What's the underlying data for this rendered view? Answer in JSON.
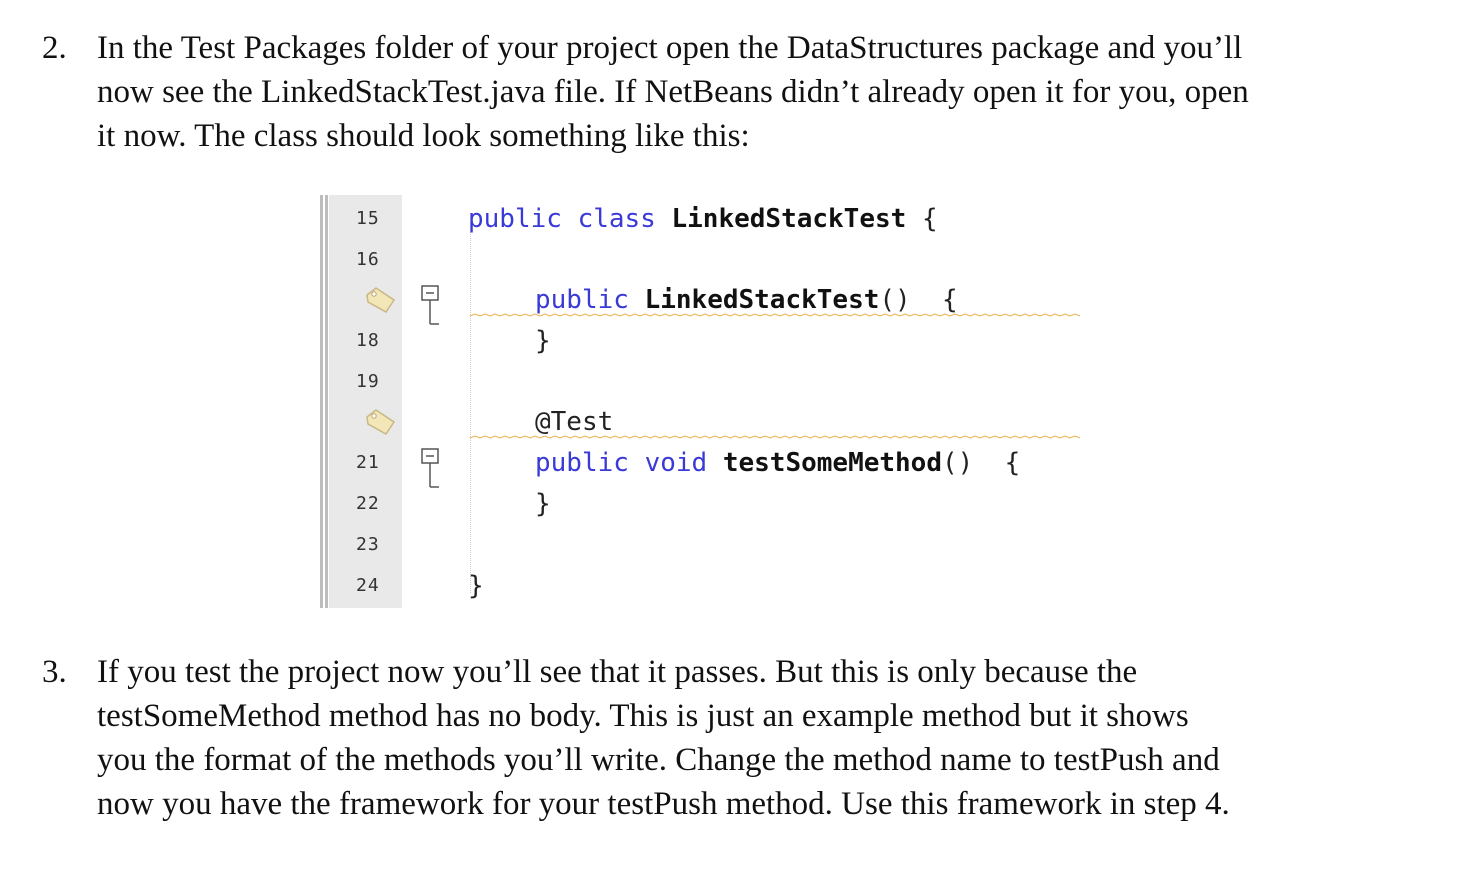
{
  "step2": {
    "number": "2.",
    "lines": [
      "In the Test Packages folder of your project open the DataStructures package and you’ll",
      "now see the LinkedStackTest.java file.   If NetBeans didn’t already open it for you, open",
      "it now.   The class should look something like this:"
    ]
  },
  "editor": {
    "line_numbers": [
      "15",
      "16",
      "18",
      "19",
      "21",
      "22",
      "23",
      "24"
    ],
    "code": {
      "l15_kw": "public class",
      "l15_name": "LinkedStackTest",
      "l15_brace": "{",
      "l17_kw": "public",
      "l17_name": "LinkedStackTest",
      "l17_rest": "()  {",
      "l18": "}",
      "l20": "@Test",
      "l21_kw": "public void",
      "l21_name": "testSomeMethod",
      "l21_rest": "()  {",
      "l22": "}",
      "l24": "}"
    },
    "icons": [
      "bookmark-tag-icon",
      "fold-collapse-icon"
    ],
    "colors": {
      "keyword": "#3a3ad6",
      "gutter": "#e9e9e9",
      "squiggle": "#e8b04a"
    }
  },
  "step3": {
    "number": "3.",
    "lines": [
      "If you test the project now you’ll see that it passes.  But this is only because the",
      "testSomeMethod method has no body.  This is just an example method but it shows",
      "you the format of the methods you’ll write.  Change the method name to testPush and",
      "now you have the framework for your testPush method.  Use this framework in step 4."
    ]
  }
}
